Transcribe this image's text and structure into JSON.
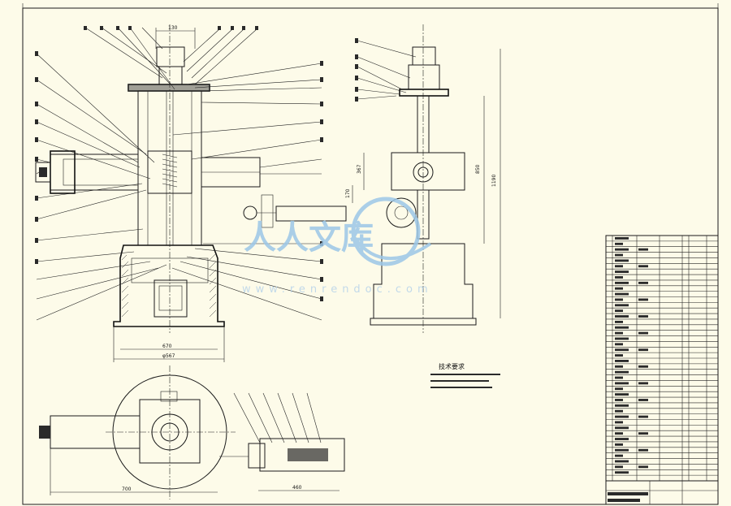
{
  "drawing": {
    "dimensions": {
      "top_width": "130",
      "base_inner": "670",
      "base_outer": "φ567",
      "side_height_1": "367",
      "side_height_2": "850",
      "side_height_3": "1190",
      "side_small": "170",
      "plan_width": "700",
      "plan_side": "460"
    },
    "notes": {
      "title": "技术要求"
    },
    "watermark": {
      "brand": "人人文库",
      "url": "www.renrendoc.com"
    }
  }
}
